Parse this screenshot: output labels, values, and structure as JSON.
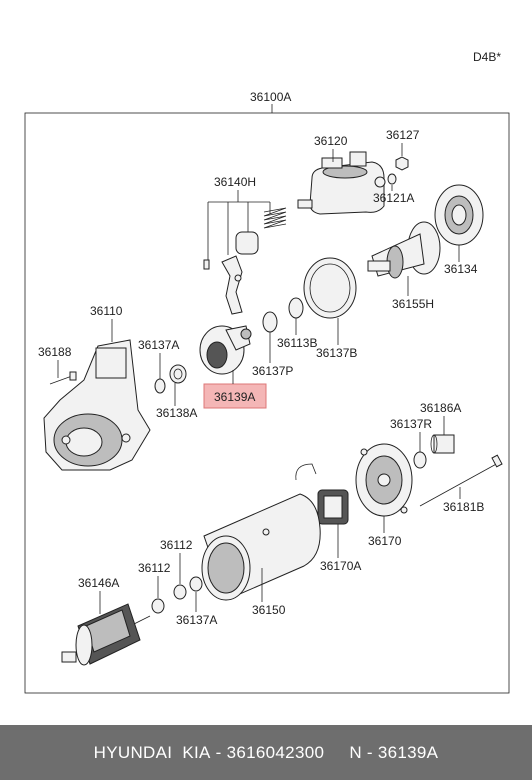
{
  "diagram": {
    "code": "D4B*",
    "assembly_label": "36100A",
    "highlight_color": "#f4b6b6",
    "parts": {
      "p36120": "36120",
      "p36127": "36127",
      "p36121A": "36121A",
      "p36140H": "36140H",
      "p36134": "36134",
      "p36155H": "36155H",
      "p36110": "36110",
      "p36137A_top": "36137A",
      "p36188": "36188",
      "p36113B": "36113B",
      "p36137B": "36137B",
      "p36137P": "36137P",
      "p36139A": "36139A",
      "p36138A": "36138A",
      "p36186A": "36186A",
      "p36137R": "36137R",
      "p36181B": "36181B",
      "p36170": "36170",
      "p36170A": "36170A",
      "p36112_a": "36112",
      "p36112_b": "36112",
      "p36146A": "36146A",
      "p36137A_bottom": "36137A",
      "p36150": "36150"
    }
  },
  "footer": {
    "brand": "HYUNDAI  KIA",
    "part_number": "3616042300",
    "ref": "N - 36139A"
  }
}
